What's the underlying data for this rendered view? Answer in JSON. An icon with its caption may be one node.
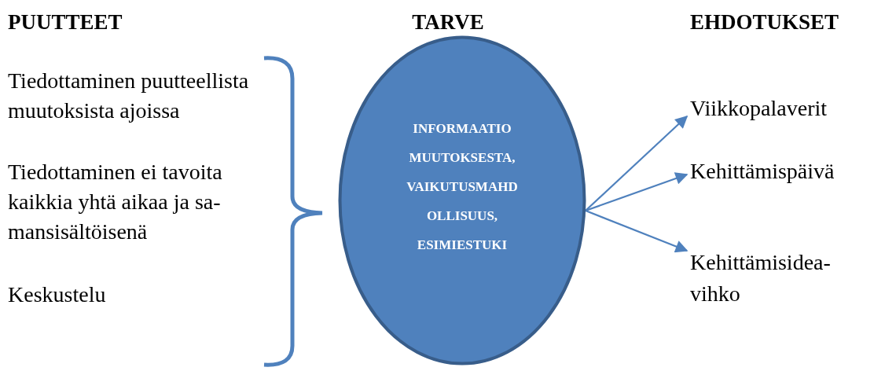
{
  "diagram": {
    "nodes": [
      {
        "text": [
          "INFORMAATIO MUUTOKSESTA, VAIKUTUSMAHD OLLISUUS, ESIMIESTUKI"
        ]
      },
      {
        "text": [
          "Viikkopalaverit"
        ]
      },
      {
        "text": [
          "Kehittämispäivä"
        ]
      },
      {
        "text": [
          "Kehittämisidea- vihko"
        ]
      }
    ],
    "edges": [
      {
        "from": 0,
        "to": 1,
        "arrow": "to"
      },
      {
        "from": 0,
        "to": 2,
        "arrow": "to"
      },
      {
        "from": 0,
        "to": 3,
        "arrow": "to"
      }
    ],
    "labels": [
      "PUUTTEET",
      "TARVE",
      "EHDOTUKSET",
      "Tiedottaminen puutteellista muutoksista ajoissa",
      "Tiedottaminen ei tavoita kaikkia yhtä aikaa ja sa- mansisältöisenä",
      "Keskustelu"
    ]
  }
}
